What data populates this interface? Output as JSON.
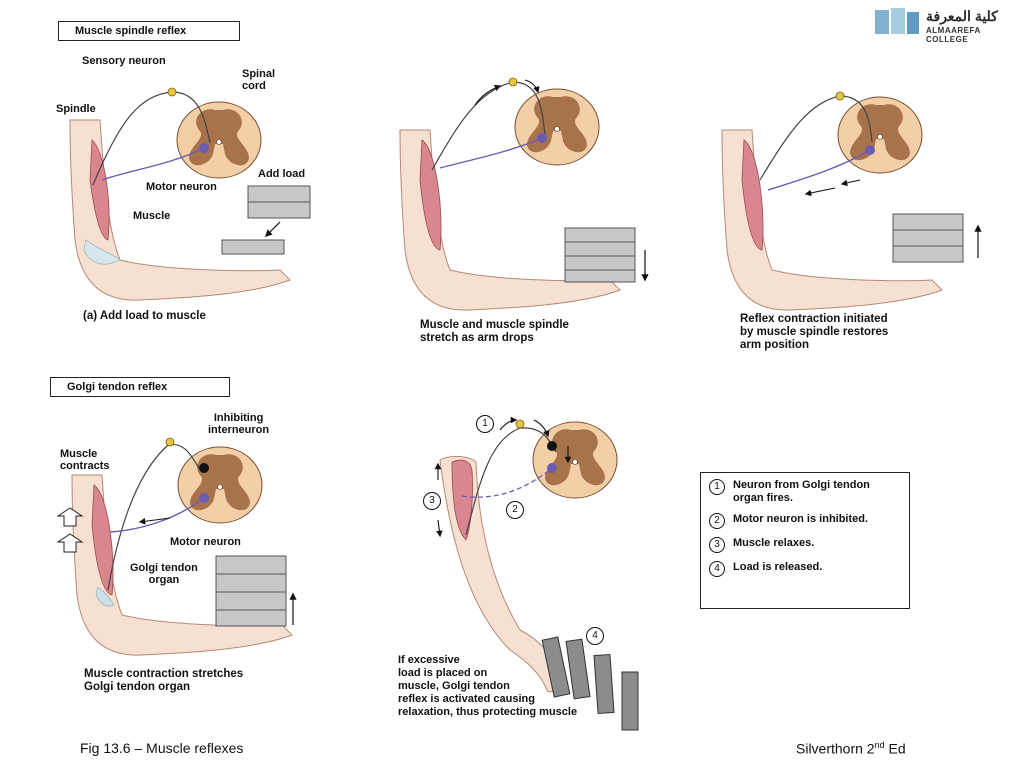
{
  "logo": {
    "arabic": "كلية المعرفة",
    "english": "ALMAAREFA COLLEGE"
  },
  "spindle_section": {
    "title": "Muscle spindle reflex",
    "labels": {
      "sensory_neuron": "Sensory neuron",
      "spinal_cord": [
        "Spinal",
        "cord"
      ],
      "spindle": "Spindle",
      "motor_neuron": "Motor neuron",
      "muscle": "Muscle",
      "add_load": "Add load"
    },
    "captions": {
      "a": "(a) Add load to muscle",
      "b": [
        "Muscle and muscle spindle",
        "stretch as arm drops"
      ],
      "c": [
        "Reflex contraction initiated",
        "by muscle spindle restores",
        "arm position"
      ]
    }
  },
  "golgi_section": {
    "title": "Golgi tendon reflex",
    "labels": {
      "inhibiting_interneuron": [
        "Inhibiting",
        "interneuron"
      ],
      "muscle_contracts": [
        "Muscle",
        "contracts"
      ],
      "motor_neuron": "Motor neuron",
      "golgi_tendon_organ": [
        "Golgi tendon",
        "organ"
      ]
    },
    "captions": {
      "left": [
        "Muscle contraction stretches",
        "Golgi tendon organ"
      ],
      "right": [
        "If excessive",
        "load is placed on",
        "muscle, Golgi tendon",
        "reflex is activated causing",
        "relaxation, thus protecting muscle"
      ]
    },
    "markers": [
      "1",
      "2",
      "3",
      "4"
    ]
  },
  "legend": [
    {
      "num": "1",
      "text": [
        "Neuron from Golgi tendon",
        "organ fires."
      ]
    },
    {
      "num": "2",
      "text": [
        "Motor neuron is inhibited."
      ]
    },
    {
      "num": "3",
      "text": [
        "Muscle relaxes."
      ]
    },
    {
      "num": "4",
      "text": [
        "Load is released."
      ]
    }
  ],
  "footer": {
    "left": "Fig 13.6 – Muscle reflexes",
    "right_main": "Silverthorn 2",
    "right_sup": "nd",
    "right_end": " Ed"
  },
  "colors": {
    "muscle": "#d9868e",
    "skin": "#f6e0d2",
    "gray_matter": "#a8724a",
    "white_matter": "#f3cfa8",
    "neuron": "#6a5cb0",
    "sensory_body": "#e8c640",
    "load": "#8c8c8c"
  }
}
